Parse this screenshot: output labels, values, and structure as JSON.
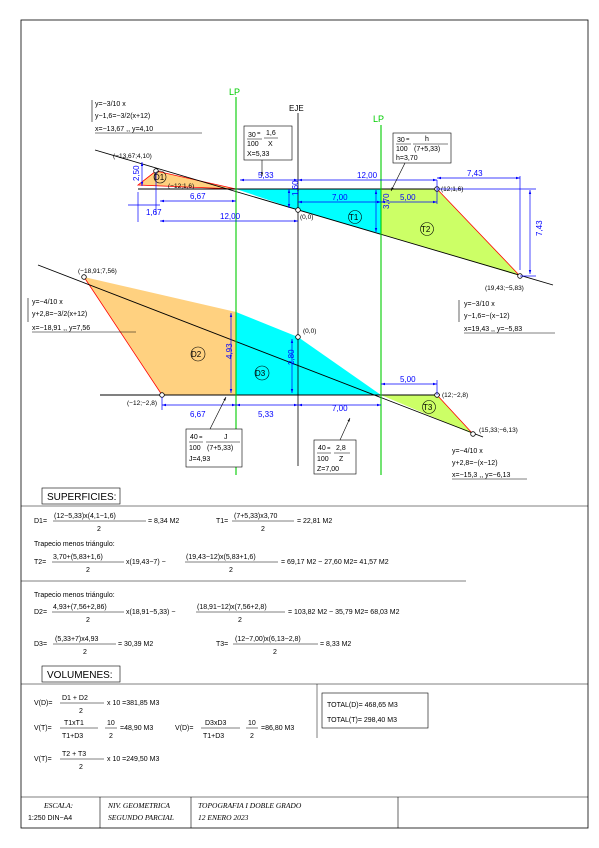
{
  "labels": {
    "lp": "LP",
    "eje": "EJE",
    "origin": "(0,0)"
  },
  "sec1": {
    "eqs": [
      "y=−3/10 x",
      "y−1,6=−3/2(x+12)",
      "x=−13,67 ,, y=4,10"
    ],
    "pts": [
      "(−13,67;4,10)",
      "(−12;1,6)",
      "(12;1,6)",
      "(19,43;−5,83)"
    ],
    "dims": [
      "2,50",
      "1,67",
      "6,67",
      "5,33",
      "12,00",
      "1,60",
      "7,00",
      "5,00",
      "3,70",
      "7,43",
      "12,00",
      "7,43"
    ],
    "regions": [
      "D1",
      "T1",
      "T2"
    ],
    "note1": [
      "30",
      "1,6",
      "100",
      "X",
      "X=5,33"
    ],
    "note2": [
      "30",
      "h",
      "100",
      "(7+5,33)",
      "h=3,70"
    ],
    "eqsR": [
      "y=−3/10 x",
      "y−1,6=−(x−12)",
      "x=19,43 ,, y=−5,83"
    ]
  },
  "sec2": {
    "eqsL": [
      "y=−4/10 x",
      "y+2,8=−3/2(x+12)",
      "x=−18,91 ,, y=7,56"
    ],
    "pts": [
      "(−18,91;7,56)",
      "(−12;−2,8)",
      "(12;−2,8)",
      "(15,33;−6,13)"
    ],
    "dims": [
      "4,93",
      "2,80",
      "6,67",
      "5,33",
      "7,00",
      "5,00"
    ],
    "regions": [
      "D2",
      "D3",
      "T3"
    ],
    "note1": [
      "40",
      "J",
      "100",
      "(7+5,33)",
      "J=4,93"
    ],
    "note2": [
      "40",
      "2,8",
      "100",
      "Z",
      "Z=7,00"
    ],
    "eqsR": [
      "y=−4/10 x",
      "y+2,8=−(x−12)",
      "x=−15,3 ,, y=−6,13"
    ]
  },
  "sup": {
    "title": "SUPERFICIES:",
    "d1": {
      "lhs": "D1=",
      "num": "(12−5,33)x(4,1−1,6)",
      "den": "2",
      "res": "= 8,34  M2"
    },
    "t1": {
      "lhs": "T1=",
      "num": "(7+5,33)x3,70",
      "den": "2",
      "res": "= 22,81  M2"
    },
    "trap1": "Trapecio menos triángulo:",
    "t2": {
      "lhs": "T2=",
      "num1": "3,70+(5,83+1,6)",
      "den1": "2",
      "mid": "x(19,43−7)  −",
      "num2": "(19,43−12)x(5,83+1,6)",
      "den2": "2",
      "res": "= 69,17  M2  −  27,60  M2=  41,57  M2"
    },
    "trap2": "Trapecio menos triángulo:",
    "d2": {
      "lhs": "D2=",
      "num1": "4,93+(7,56+2,86)",
      "den1": "2",
      "mid": "x(18,91−5,33)  −",
      "num2": "(18,91−12)x(7,56+2,8)",
      "den2": "2",
      "res": "= 103,82  M2  −  35,79  M2=  68,03  M2"
    },
    "d3": {
      "lhs": "D3=",
      "num": "(5,33+7)x4,93",
      "den": "2",
      "res": "= 30,39  M2"
    },
    "t3": {
      "lhs": "T3=",
      "num": "(12−7,00)x(6,13−2,8)",
      "den": "2",
      "res": "= 8,33  M2"
    }
  },
  "vol": {
    "title": "VOLUMENES:",
    "vd": {
      "lhs": "V(D)=",
      "num": "D1  +  D2",
      "den": "2",
      "res": "x 10  =381,85  M3"
    },
    "vt1": {
      "lhs": "V(T)=",
      "num": "T1xT1",
      "den": "T1+D3",
      "n2": "10",
      "d2": "2",
      "res": "=48,90  M3"
    },
    "vd2": {
      "lhs": "V(D)=",
      "num": "D3xD3",
      "den": "T1+D3",
      "n2": "10",
      "d2": "2",
      "res": "=86,80  M3"
    },
    "vt2": {
      "lhs": "V(T)=",
      "num": "T2  +  T3",
      "den": "2",
      "res": "x 10  =249,50  M3"
    },
    "totd": "TOTAL(D)=  468,65  M3",
    "tott": "TOTAL(T)=  298,40  M3"
  },
  "foot": {
    "c1a": "ESCALA:",
    "c1b": "1:250  DIN−A4",
    "c2a": "NIV. GEOMETRICA",
    "c2b": "SEGUNDO PARCIAL",
    "c3a": "TOPOGRAFIA I DOBLE GRADO",
    "c3b": "12 ENERO 2023"
  },
  "colors": {
    "fill": "#ffd180",
    "cut": "#00ffff",
    "tri": "#ccff66",
    "lp": "#00cc00",
    "dim": "#0000ff",
    "red": "#ff0000"
  }
}
